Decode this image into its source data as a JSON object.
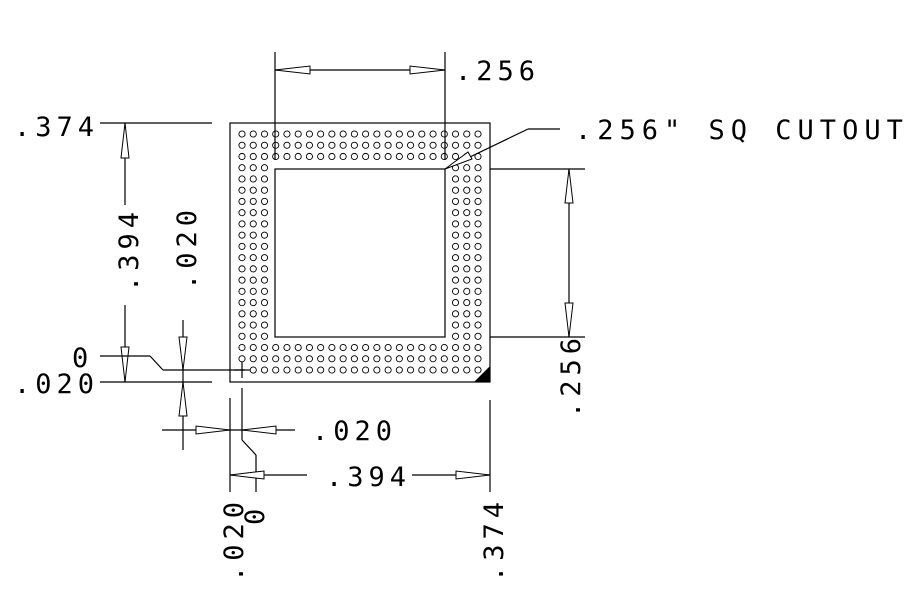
{
  "dimensions": {
    "top_width": ".256",
    "cutout_note": ".256\" SQ CUTOUT",
    "left_top_ref": ".374",
    "left_vertical": ".394",
    "left_pitch": ".020",
    "left_zero": "0",
    "left_bottom_ref": ".020",
    "right_cutout_height": ".256",
    "bottom_pitch": ".020",
    "bottom_width": ".394",
    "bottom_left_ref": ".020",
    "bottom_zero": "0",
    "bottom_right_ref": ".374"
  },
  "package": {
    "pad_columns": 22,
    "pad_rows": 22,
    "pin1_corner_marker": true
  }
}
